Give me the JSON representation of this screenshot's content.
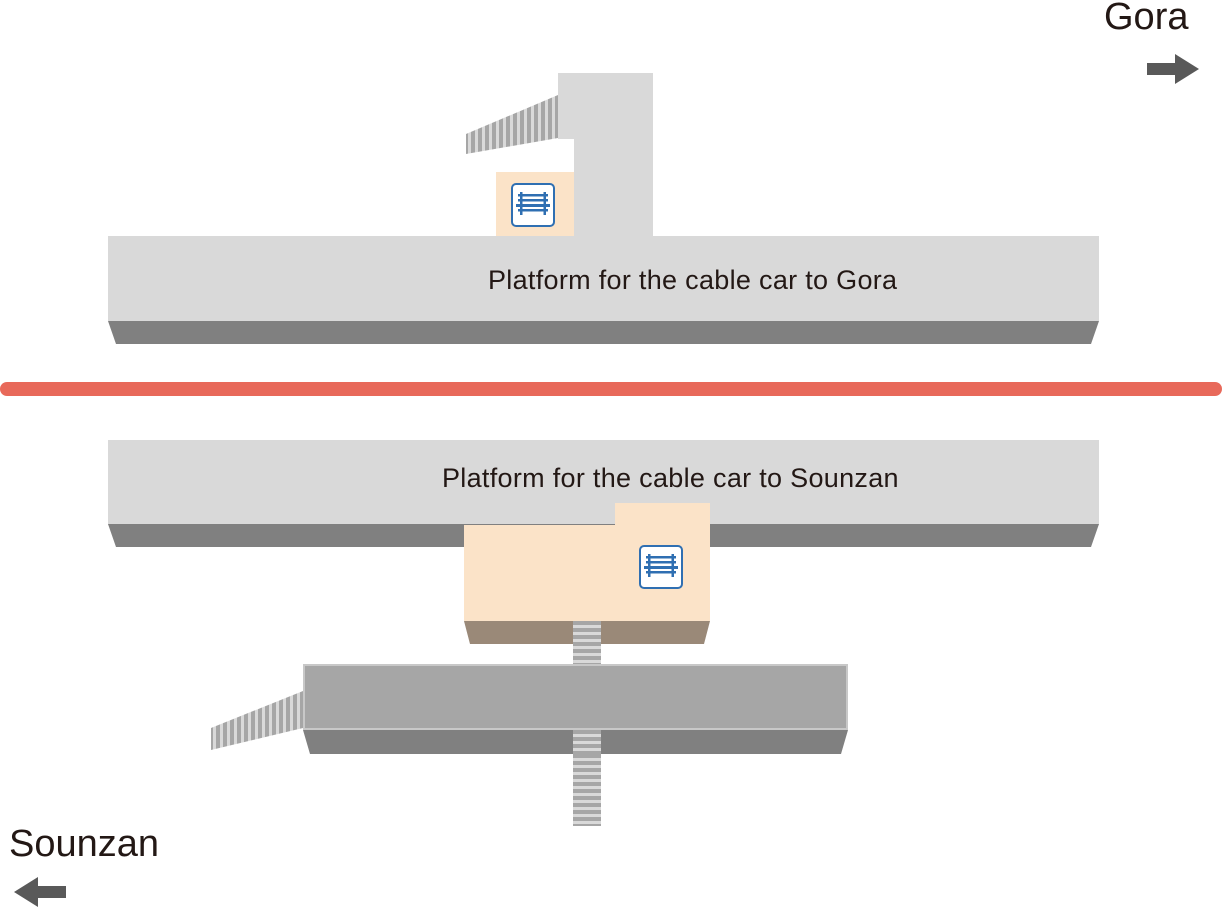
{
  "directions": {
    "gora": {
      "label": "Gora",
      "arrow": "right-arrow-icon"
    },
    "sounzan": {
      "label": "Sounzan",
      "arrow": "left-arrow-icon"
    }
  },
  "platforms": {
    "gora": {
      "label": "Platform for the cable car to Gora"
    },
    "sounzan": {
      "label": "Platform for the cable car to Sounzan"
    }
  },
  "icons": {
    "bench": "bench-icon",
    "stairs": "stairs-icon"
  },
  "colors": {
    "platform_top": "#d9d9d9",
    "platform_edge": "#808080",
    "lower_concourse": "#a6a6a6",
    "waiting_area": "#fbe3c8",
    "waiting_area_edge": "#9a8978",
    "track": "#e8695a",
    "bench_blue": "#2f6fb2",
    "arrow": "#595959"
  }
}
